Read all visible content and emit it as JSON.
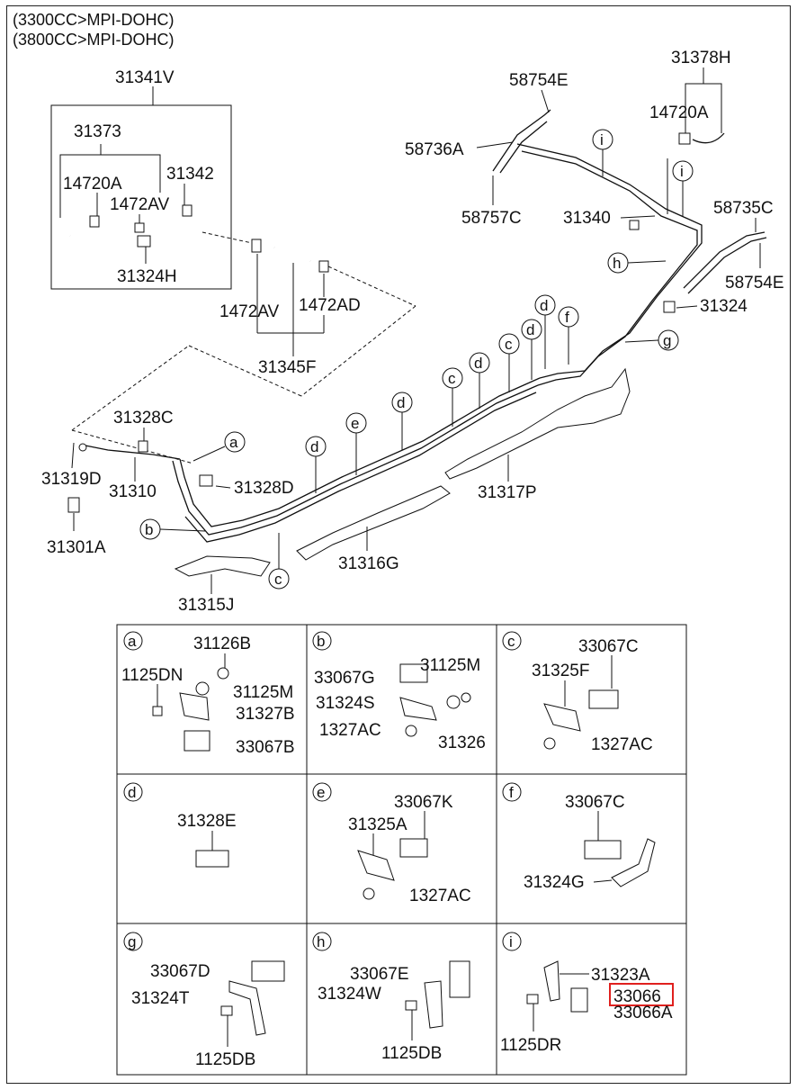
{
  "header": {
    "line1": "(3300CC>MPI-DOHC)",
    "line2": "(3800CC>MPI-DOHC)"
  },
  "main_labels": {
    "p31341V": "31341V",
    "p31373": "31373",
    "p14720A_left": "14720A",
    "p1472AV_top": "1472AV",
    "p31342": "31342",
    "p31324H": "31324H",
    "p1472AV_bottom": "1472AV",
    "p1472AD": "1472AD",
    "p31345F": "31345F",
    "p58754E_top": "58754E",
    "p58736A": "58736A",
    "p58757C": "58757C",
    "p31378H": "31378H",
    "p14720A_right": "14720A",
    "p31340": "31340",
    "p58735C": "58735C",
    "p58754E_right": "58754E",
    "p31324": "31324",
    "p31328C": "31328C",
    "p31319D": "31319D",
    "p31310": "31310",
    "p31328D": "31328D",
    "p31301A": "31301A",
    "p31317P": "31317P",
    "p31316G": "31316G",
    "p31315J": "31315J"
  },
  "callouts": [
    "a",
    "b",
    "c",
    "d",
    "e",
    "f",
    "g",
    "h",
    "i"
  ],
  "detail_cells": {
    "a": {
      "letter": "a",
      "labels": [
        "31126B",
        "1125DN",
        "31125M",
        "31327B",
        "33067B"
      ]
    },
    "b": {
      "letter": "b",
      "labels": [
        "33067G",
        "31125M",
        "31324S",
        "1327AC",
        "31326"
      ]
    },
    "c": {
      "letter": "c",
      "labels": [
        "33067C",
        "31325F",
        "1327AC"
      ]
    },
    "d": {
      "letter": "d",
      "labels": [
        "31328E"
      ]
    },
    "e": {
      "letter": "e",
      "labels": [
        "33067K",
        "31325A",
        "1327AC"
      ]
    },
    "f": {
      "letter": "f",
      "labels": [
        "33067C",
        "31324G"
      ]
    },
    "g": {
      "letter": "g",
      "labels": [
        "33067D",
        "31324T",
        "1125DB"
      ]
    },
    "h": {
      "letter": "h",
      "labels": [
        "33067E",
        "31324W",
        "1125DB"
      ]
    },
    "i": {
      "letter": "i",
      "labels": [
        "31323A",
        "33066",
        "33066A",
        "1125DR"
      ]
    }
  },
  "highlight": {
    "part": "33066",
    "color": "#e0201e"
  }
}
